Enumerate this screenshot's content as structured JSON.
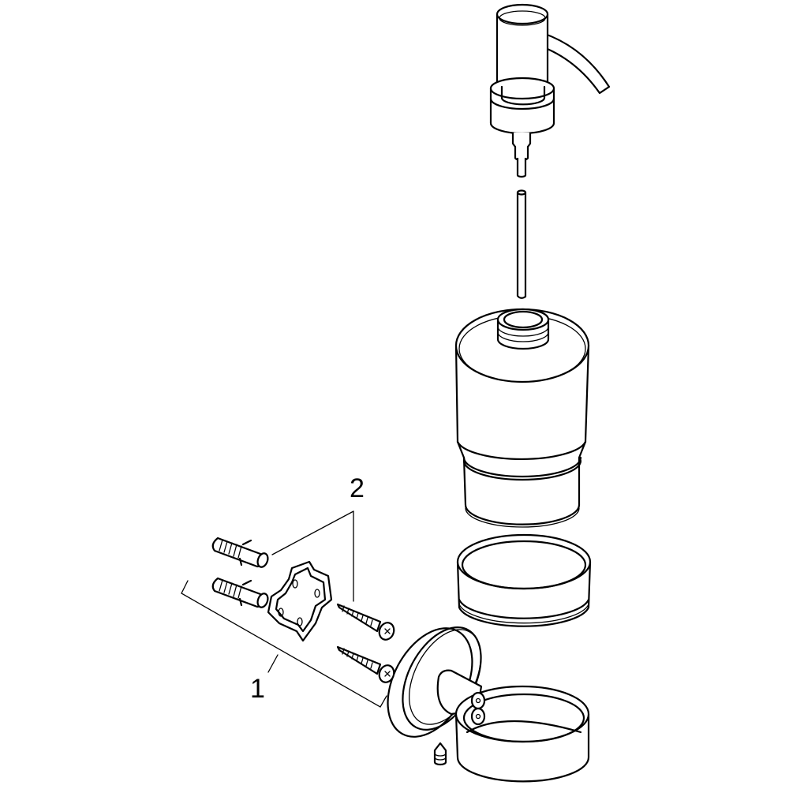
{
  "diagram": {
    "type": "exploded-assembly",
    "subject": "wall-mounted soap dispenser",
    "callouts": [
      {
        "id": "1",
        "text": "1",
        "refers_to": "mounting set (dowels, mounting cross, screws)"
      },
      {
        "id": "2",
        "text": "2",
        "refers_to": "dowels and screws"
      }
    ],
    "parts": [
      {
        "name": "pump-head",
        "note": "pump with curved spout"
      },
      {
        "name": "dip-tube"
      },
      {
        "name": "glass-container",
        "note": "threaded neck"
      },
      {
        "name": "retaining-ring"
      },
      {
        "name": "wall-holder",
        "note": "round rosette with arm and holder ring"
      },
      {
        "name": "set-screw"
      },
      {
        "name": "wall-dowel",
        "count": 2
      },
      {
        "name": "mounting-cross"
      },
      {
        "name": "wood-screw",
        "count": 2
      }
    ],
    "colors": {
      "line": "#000000",
      "background": "#ffffff"
    }
  }
}
